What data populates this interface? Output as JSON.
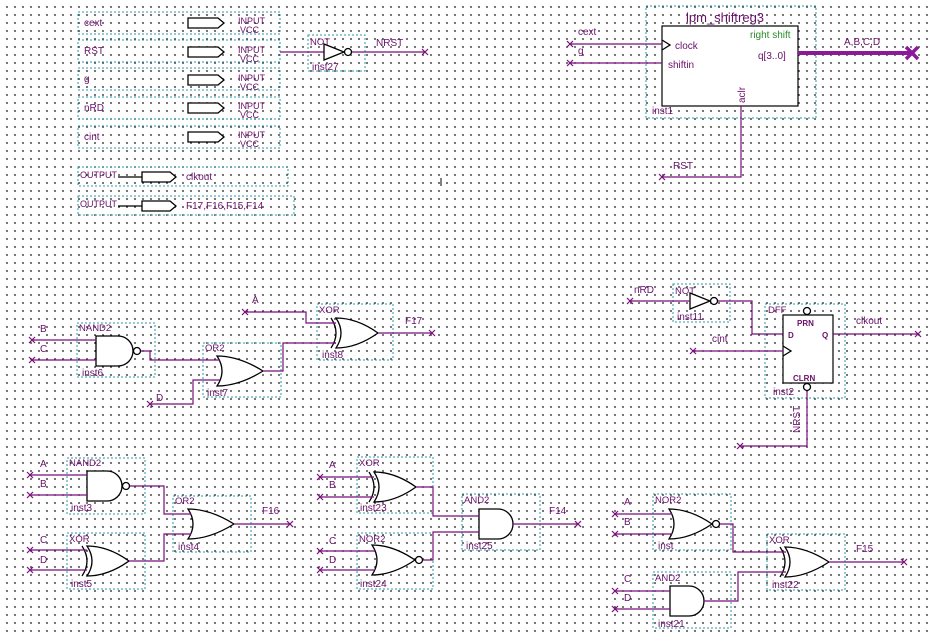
{
  "pins": {
    "inputs": [
      {
        "name": "cext",
        "type": "INPUT",
        "default": "VCC"
      },
      {
        "name": "RST",
        "type": "INPUT",
        "default": "VCC"
      },
      {
        "name": "g",
        "type": "INPUT",
        "default": "VCC"
      },
      {
        "name": "nRD",
        "type": "INPUT",
        "default": "VCC"
      },
      {
        "name": "cint",
        "type": "INPUT",
        "default": "VCC"
      }
    ],
    "outputs": [
      {
        "name": "clkout",
        "type": "OUTPUT"
      },
      {
        "name": "F17,F16,F15,F14",
        "type": "OUTPUT"
      }
    ]
  },
  "rst_inverter": {
    "gate": "NOT",
    "inst": "inst27",
    "out_label": "NRST"
  },
  "shiftreg": {
    "title": "lpm_shiftreg3",
    "direction": "right shift",
    "ports": {
      "clock": "clock",
      "shiftin": "shiftin",
      "q": "q[3..0]",
      "aclr": "aclr"
    },
    "inst": "inst1",
    "in_labels": {
      "clock": "cext",
      "shiftin": "g",
      "aclr": "RST"
    },
    "out_label": "A,B,C,D"
  },
  "f17": {
    "nand": {
      "gate": "NAND2",
      "inst": "inst6"
    },
    "or": {
      "gate": "OR2",
      "inst": "inst7"
    },
    "xor": {
      "gate": "XOR",
      "inst": "inst8"
    },
    "in_labels": {
      "a": "A",
      "b": "B",
      "c": "C",
      "d": "D"
    },
    "out": "F17"
  },
  "dff_block": {
    "not": {
      "gate": "NOT",
      "inst": "inst11"
    },
    "dff": {
      "gate": "DFF",
      "inst": "inst2",
      "prn": "PRN",
      "clrn": "CLRN",
      "d": "D",
      "q": "Q"
    },
    "in_labels": {
      "nrd": "nRD",
      "cint": "cint",
      "nrst": "NRST"
    },
    "out": "clkout"
  },
  "f16": {
    "nand": {
      "gate": "NAND2",
      "inst": "inst3"
    },
    "xor": {
      "gate": "XOR",
      "inst": "inst5"
    },
    "or": {
      "gate": "OR2",
      "inst": "inst4"
    },
    "in_labels": {
      "a": "A",
      "b": "B",
      "c": "C",
      "d": "D"
    },
    "out": "F16"
  },
  "f14": {
    "xor": {
      "gate": "XOR",
      "inst": "inst23"
    },
    "nor": {
      "gate": "NOR2",
      "inst": "inst24"
    },
    "and": {
      "gate": "AND2",
      "inst": "inst25"
    },
    "in_labels": {
      "a": "A",
      "b": "B",
      "c": "C",
      "d": "D"
    },
    "out": "F14"
  },
  "f15": {
    "nor": {
      "gate": "NOR2",
      "inst": "inst"
    },
    "and": {
      "gate": "AND2",
      "inst": "inst21"
    },
    "xor": {
      "gate": "XOR",
      "inst": "inst22"
    },
    "in_labels": {
      "a": "A",
      "b": "B",
      "c": "C",
      "d": "D"
    },
    "out": "F15"
  }
}
